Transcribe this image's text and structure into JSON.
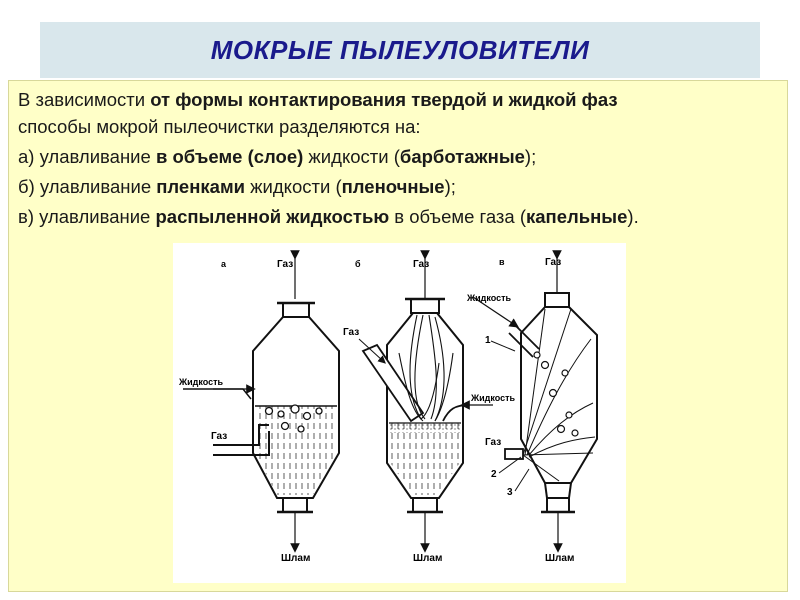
{
  "title": "МОКРЫЕ ПЫЛЕУЛОВИТЕЛИ",
  "intro": {
    "t1": "В зависимости ",
    "b1": "от формы контактирования твердой и жидкой фаз",
    "t2": "способы мокрой пылеочистки разделяются на:"
  },
  "items": [
    {
      "p1": "а) улавливание ",
      "b1": "в объеме (слое)",
      "p2": " жидкости (",
      "b2": "барботажные",
      "p3": ");"
    },
    {
      "p1": "б) улавливание ",
      "b1": "пленками",
      "p2": " жидкости (",
      "b2": "пленочные",
      "p3": ");"
    },
    {
      "p1": "в) улавливание ",
      "b1": "распыленной жидкостью",
      "p2": " в объеме газа (",
      "b2": "капельные",
      "p3": ")."
    }
  ],
  "diagram": {
    "panel_a": {
      "letter": "а",
      "gas_top": "Газ",
      "liquid": "Жидкость",
      "gas_in": "Газ",
      "sludge": "Шлам"
    },
    "panel_b": {
      "letter": "б",
      "gas_top": "Газ",
      "gas_in": "Газ",
      "liquid": "Жидкость",
      "sludge": "Шлам"
    },
    "panel_v": {
      "letter": "в",
      "gas_top": "Газ",
      "liquid": "Жидкость",
      "label_1": "1",
      "gas_in": "Газ",
      "label_2": "2",
      "label_3": "3",
      "sludge": "Шлам"
    }
  },
  "colors": {
    "title_bg": "#d9e7ec",
    "title_text": "#1a1a8c",
    "panel_bg": "#ffffc8"
  }
}
